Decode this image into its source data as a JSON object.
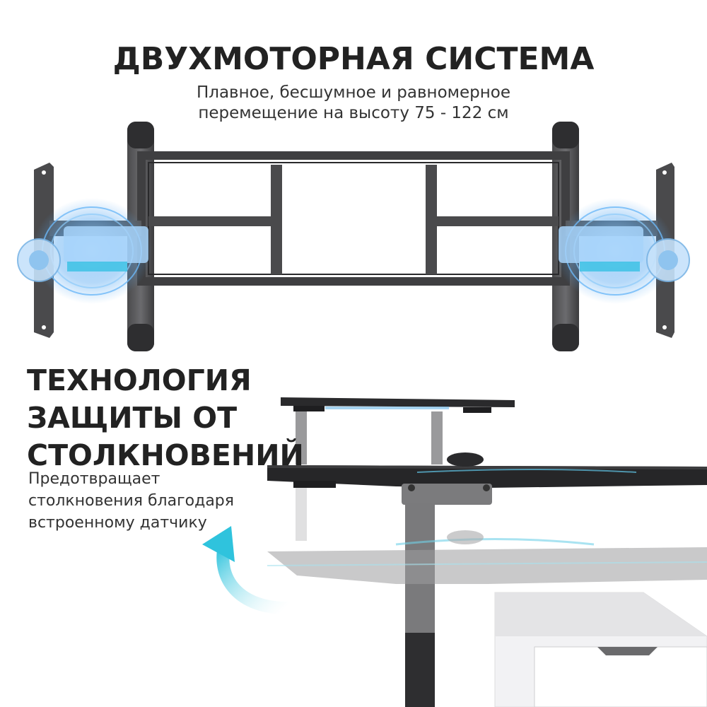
{
  "section_top": {
    "title": "ДВУХМОТОРНАЯ СИСТЕМА",
    "subtitle_line1": "Плавное, бесшумное и равномерное",
    "subtitle_line2": "перемещение на высоту 75 - 122 см",
    "illustration": "desk-frame-with-dual-motors"
  },
  "section_bottom": {
    "title_line1": "ТЕХНОЛОГИЯ",
    "title_line2": "ЗАЩИТЫ ОТ",
    "title_line3": "СТОЛКНОВЕНИЙ",
    "subtitle_line1": "Предотвращает",
    "subtitle_line2": "столкновения благодаря",
    "subtitle_line3": "встроенному датчику",
    "illustration": "standing-desk-collision-rebound",
    "arrow_icon": "curved-up-arrow"
  },
  "colors": {
    "frame": "#3a3a3c",
    "motor_glow": "#4aa3f0",
    "arrow": "#3cc8e0",
    "text": "#222222"
  }
}
